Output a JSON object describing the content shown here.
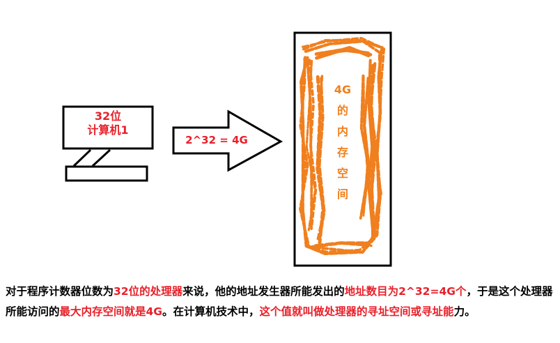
{
  "computer": {
    "label_line1": "32位",
    "label_line2": "计算机1"
  },
  "arrow": {
    "label": "2^32 = 4G"
  },
  "memory": {
    "label_chars": [
      "4G",
      "的",
      "内",
      "存",
      "空",
      "间"
    ]
  },
  "caption": {
    "segments": [
      {
        "text": "对于程序计数器位数为",
        "highlight": false
      },
      {
        "text": "32位的处理器",
        "highlight": true
      },
      {
        "text": "来说，他的地址发生器所能发出的",
        "highlight": false
      },
      {
        "text": "地址数目为2^32=4G个",
        "highlight": true
      },
      {
        "text": "，于是这个处理器所能访问的",
        "highlight": false
      },
      {
        "text": "最大内存空间就是4G",
        "highlight": true
      },
      {
        "text": "。在计算机技术中，",
        "highlight": false
      },
      {
        "text": "这个值就叫做处理器的寻址空间或寻址能",
        "highlight": true
      },
      {
        "text": "力。",
        "highlight": false
      }
    ]
  },
  "colors": {
    "label_red": "#e8202a",
    "caption_red": "#e8202a",
    "fill_orange": "#f07f1e",
    "stroke": "#000000"
  }
}
